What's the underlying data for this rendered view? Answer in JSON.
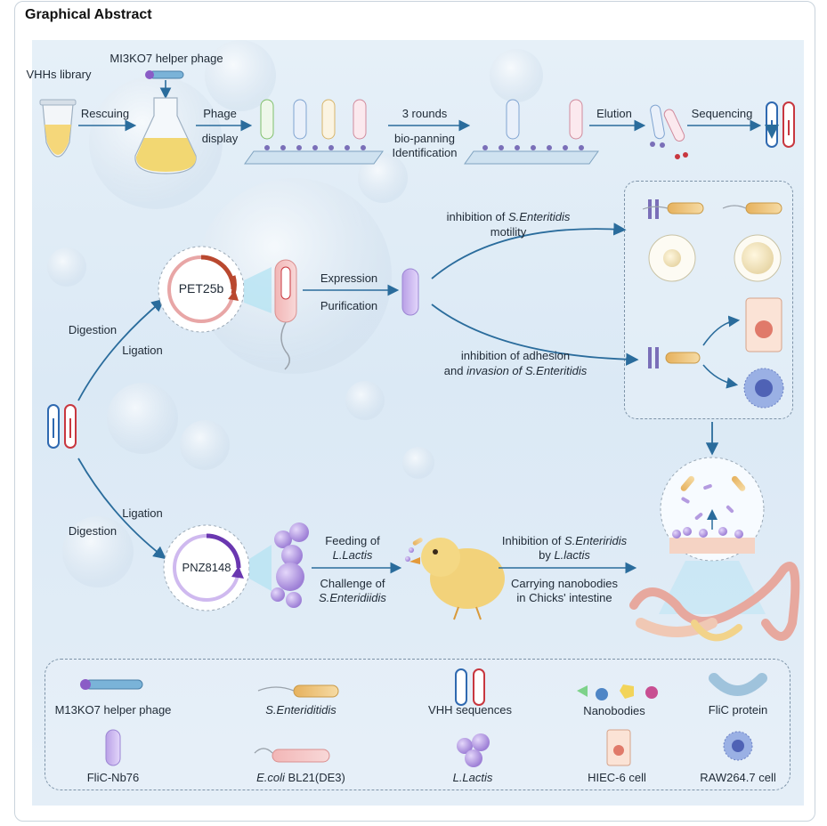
{
  "title": "Graphical Abstract",
  "top_flow": {
    "library": "VHHs library",
    "helper": "MI3KO7 helper phage",
    "rescuing": "Rescuing",
    "phage": "Phage",
    "display": "display",
    "rounds": "3 rounds",
    "biopanning": "bio-panning",
    "identification": "Identification",
    "elution": "Elution",
    "sequencing": "Sequencing"
  },
  "middle_flow": {
    "plasmid1": "PET25b",
    "expression": "Expression",
    "purification": "Purification",
    "digestion1": "Digestion",
    "ligation1": "Ligation",
    "motility_a": "inhibition of",
    "motility_b": "S.Enteritidis",
    "motility_c": "motility",
    "adhesion_a": "inhibition of adhesion",
    "adhesion_b": "and",
    "adhesion_c": "invasion of S.Enteritidis"
  },
  "bottom_flow": {
    "ligation2": "Ligation",
    "digestion2": "Digestion",
    "plasmid2": "PNZ8148",
    "feeding_a": "Feeding of",
    "feeding_b": "L.Lactis",
    "challenge_a": "Challenge of",
    "challenge_b": "S.Enteridiidis",
    "inhib_a": "Inhibition of",
    "inhib_b": "S.Enteriridis",
    "inhib_c": "by",
    "inhib_d": "L.lactis",
    "carry_a": "Carrying nanobodies",
    "carry_b": "in Chicks' intestine"
  },
  "legend": {
    "helper_phage": "M13KO7 helper phage",
    "s_enteritidis": "S.Enteriditidis",
    "vhh": "VHH sequences",
    "nanobodies": "Nanobodies",
    "flic": "FliC protein",
    "flic_nb76": "FliC-Nb76",
    "ecoli_a": "E.coli",
    "ecoli_b": "BL21(DE3)",
    "llactis": "L.Lactis",
    "hiec": "HIEC-6 cell",
    "raw": "RAW264.7 cell"
  },
  "colors": {
    "arrow": "#2a6c9c",
    "background": "#dde9f4",
    "purple": "#8a5cc6",
    "red": "#c8373f",
    "blue": "#2f69b0"
  }
}
